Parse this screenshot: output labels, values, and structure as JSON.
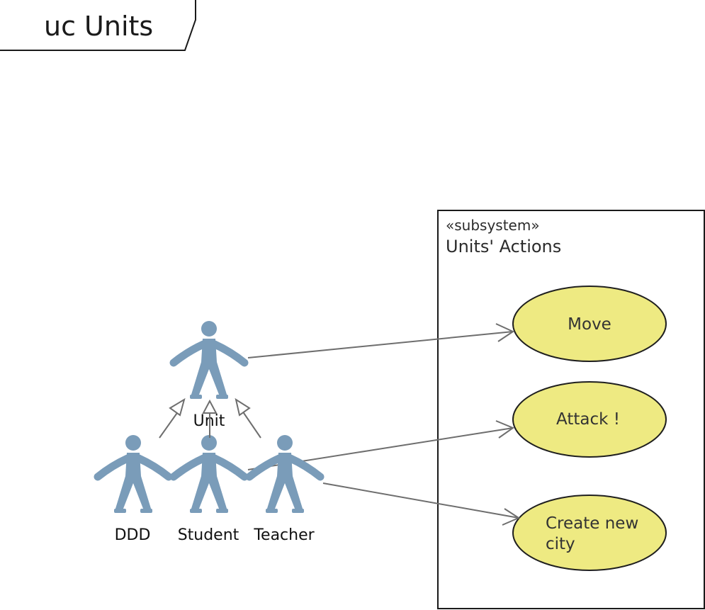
{
  "diagram": {
    "frame_title": "uc Units",
    "subsystem": {
      "stereotype": "«subsystem»",
      "name": "Units' Actions"
    },
    "use_cases": {
      "move": "Move",
      "attack": "Attack !",
      "create_city": [
        "Create new",
        "city"
      ]
    },
    "actors": {
      "unit": "Unit",
      "ddd": "DDD",
      "student": "Student",
      "teacher": "Teacher"
    },
    "relations": [
      {
        "type": "association",
        "from": "Unit",
        "to": "Move"
      },
      {
        "type": "association",
        "from": "Student",
        "to": "Attack !"
      },
      {
        "type": "association",
        "from": "Teacher",
        "to": "Create new city"
      },
      {
        "type": "generalization",
        "from": "DDD",
        "to": "Unit"
      },
      {
        "type": "generalization",
        "from": "Student",
        "to": "Unit"
      },
      {
        "type": "generalization",
        "from": "Teacher",
        "to": "Unit"
      }
    ],
    "colors": {
      "actor": "#7a9cb9",
      "use_case_fill": "#eeea82",
      "line": "#6e6e6e"
    }
  }
}
